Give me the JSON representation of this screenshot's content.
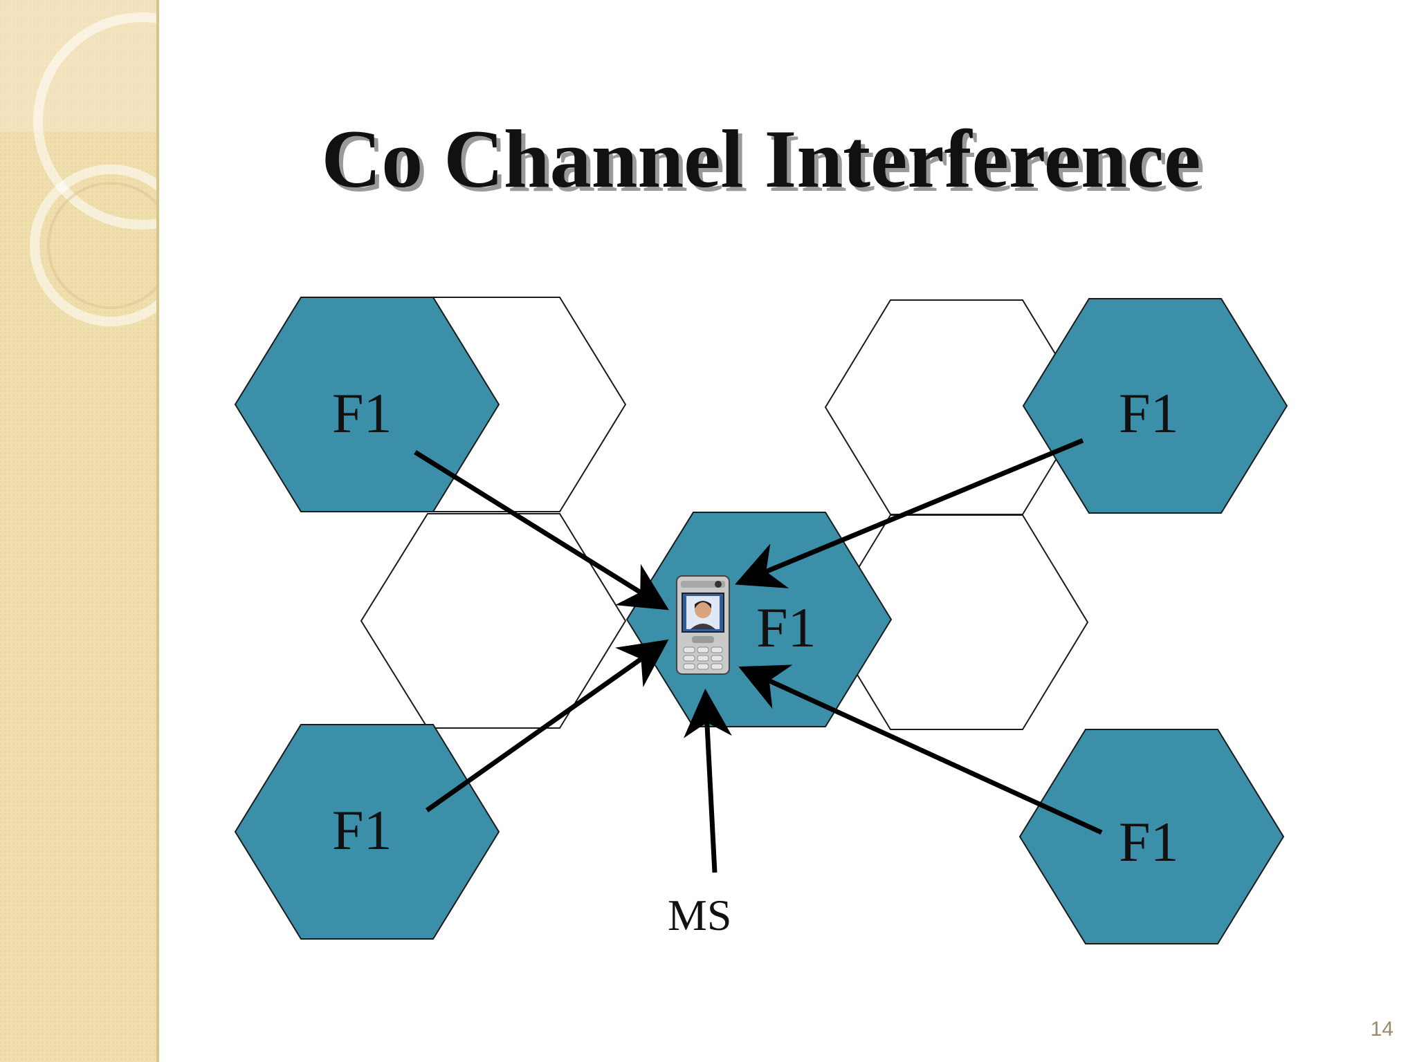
{
  "slide": {
    "title": "Co Channel Interference",
    "page_number": "14"
  },
  "diagram": {
    "co_channel_cells": [
      {
        "id": "top-left",
        "label": "F1"
      },
      {
        "id": "top-right",
        "label": "F1"
      },
      {
        "id": "center",
        "label": "F1"
      },
      {
        "id": "bottom-left",
        "label": "F1"
      },
      {
        "id": "bottom-right",
        "label": "F1"
      }
    ],
    "mobile_station_label": "MS",
    "colors": {
      "co_channel_fill": "#3b8fa8",
      "neighbor_fill": "#ffffff",
      "outline": "#1a1a1a",
      "arrow": "#000000",
      "sidebar": "#f0dfae"
    },
    "icons": [
      "mobile-phone-icon"
    ]
  }
}
